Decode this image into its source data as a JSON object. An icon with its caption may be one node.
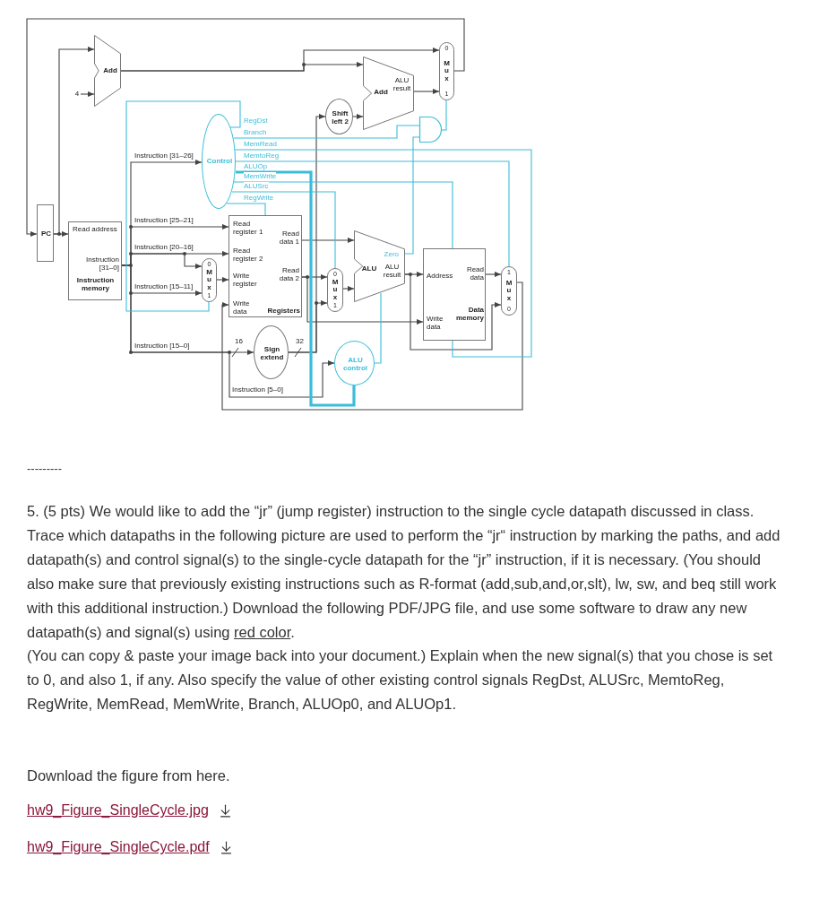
{
  "diagram": {
    "nodes": [
      {
        "text": [
          "PC"
        ]
      },
      {
        "text": [
          "Read address",
          "Instruction [31–0]",
          "Instruction memory"
        ]
      },
      {
        "text": [
          "Add"
        ]
      },
      {
        "text": [
          "Control"
        ]
      },
      {
        "text": [
          "Read register 1",
          "Read register 2",
          "Write register",
          "Write data",
          "Read data 1",
          "Read data 2",
          "Registers"
        ]
      },
      {
        "text": [
          "0",
          "Mux",
          "1"
        ]
      },
      {
        "text": [
          "Sign extend"
        ]
      },
      {
        "text": [
          "Shift left 2"
        ]
      },
      {
        "text": [
          "Add",
          "ALU result"
        ]
      },
      {
        "text": [
          "0",
          "Mux",
          "1"
        ]
      },
      {
        "text": [],
        "shape": "gate"
      },
      {
        "text": [
          "0",
          "Mux",
          "1"
        ]
      },
      {
        "text": [
          "Zero",
          "ALU",
          "ALU result"
        ]
      },
      {
        "text": [
          "ALU control"
        ]
      },
      {
        "text": [
          "Address",
          "Read data",
          "Write data",
          "Data memory"
        ]
      },
      {
        "text": [
          "1",
          "Mux",
          "0"
        ]
      },
      {
        "text": [
          "4"
        ]
      }
    ],
    "edges": [
      {
        "from": 0,
        "to": 1,
        "arrow": "to"
      },
      {
        "from": 0,
        "to": 2,
        "arrow": "to"
      },
      {
        "from": 16,
        "to": 2,
        "arrow": "to"
      },
      {
        "from": 2,
        "to": 9,
        "arrow": "to"
      },
      {
        "from": 2,
        "to": 8,
        "arrow": "to"
      },
      {
        "from": 7,
        "to": 8,
        "arrow": "to"
      },
      {
        "from": 8,
        "to": 9,
        "arrow": "to"
      },
      {
        "from": 9,
        "to": 0,
        "arrow": "to"
      },
      {
        "from": 1,
        "to": 3,
        "arrow": "to",
        "label": "Instruction [31–26]"
      },
      {
        "from": 1,
        "to": 4,
        "arrow": "to",
        "label": "Instruction [25–21]"
      },
      {
        "from": 1,
        "to": 4,
        "arrow": "to",
        "label": "Instruction [20–16]"
      },
      {
        "from": 1,
        "to": 5,
        "arrow": "to"
      },
      {
        "from": 1,
        "to": 5,
        "arrow": "to",
        "label": "Instruction [15–11]"
      },
      {
        "from": 5,
        "to": 4,
        "arrow": "to"
      },
      {
        "from": 1,
        "to": 6,
        "arrow": "to",
        "label": "Instruction [15–0]"
      },
      {
        "from": 1,
        "to": 13,
        "arrow": "to",
        "label": "Instruction [5–0]"
      },
      {
        "from": 6,
        "to": 7,
        "arrow": "to"
      },
      {
        "from": 6,
        "to": 11,
        "arrow": "to"
      },
      {
        "from": 4,
        "to": 12,
        "arrow": "to"
      },
      {
        "from": 4,
        "to": 11,
        "arrow": "to"
      },
      {
        "from": 4,
        "to": 14,
        "arrow": "to"
      },
      {
        "from": 11,
        "to": 12,
        "arrow": "to"
      },
      {
        "from": 12,
        "to": 14,
        "arrow": "to"
      },
      {
        "from": 12,
        "to": 15,
        "arrow": "to"
      },
      {
        "from": 14,
        "to": 15,
        "arrow": "to"
      },
      {
        "from": 15,
        "to": 4,
        "arrow": "to"
      },
      {
        "from": 3,
        "to": 5,
        "arrow": "none",
        "label": "RegDst",
        "color": "#3bbdd9"
      },
      {
        "from": 3,
        "to": 10,
        "arrow": "none",
        "label": "Branch",
        "color": "#3bbdd9"
      },
      {
        "from": 3,
        "to": 14,
        "arrow": "none",
        "label": "MemRead",
        "color": "#3bbdd9"
      },
      {
        "from": 3,
        "to": 15,
        "arrow": "none",
        "label": "MemtoReg",
        "color": "#3bbdd9"
      },
      {
        "from": 3,
        "to": 13,
        "arrow": "none",
        "label": "ALUOp",
        "color": "#3bbdd9",
        "style": "thick"
      },
      {
        "from": 3,
        "to": 14,
        "arrow": "none",
        "label": "MemWrite",
        "color": "#3bbdd9"
      },
      {
        "from": 3,
        "to": 11,
        "arrow": "none",
        "label": "ALUSrc",
        "color": "#3bbdd9"
      },
      {
        "from": 3,
        "to": 4,
        "arrow": "none",
        "label": "RegWrite",
        "color": "#3bbdd9"
      },
      {
        "from": 12,
        "to": 10,
        "arrow": "none",
        "color": "#3bbdd9"
      },
      {
        "from": 10,
        "to": 9,
        "arrow": "none",
        "color": "#3bbdd9"
      },
      {
        "from": 13,
        "to": 12,
        "arrow": "none",
        "color": "#3bbdd9"
      }
    ],
    "labels": [
      "16",
      "32",
      "---------",
      "5. (5 pts) We would like to add the “jr” (jump register) instruction to the single cycle datapath discussed in class. Trace which datapaths in the following picture are used to perform the “jr“ instruction by marking the paths, and add datapath(s) and control signal(s) to the single-cycle datapath for the “jr” instruction, if it is necessary. (You should also make sure that previously existing instructions such as R-format (add,sub,and,or,slt), lw, sw, and beq still work with this additional instruction.) Download the following PDF/JPG file, and use some software to draw any new datapath(s) and signal(s) using",
      "red color",
      ".",
      "(You can copy & paste your image back into your document.) Explain when the new signal(s) that you chose is set to 0, and also 1, if any. Also specify the value of other existing control signals RegDst, ALUSrc, MemtoReg, RegWrite, MemRead, MemWrite, Branch, ALUOp0, and ALUOp1.",
      "Download the figure from here.",
      "hw9_Figure_SingleCycle.jpg",
      "hw9_Figure_SingleCycle.pdf"
    ]
  }
}
